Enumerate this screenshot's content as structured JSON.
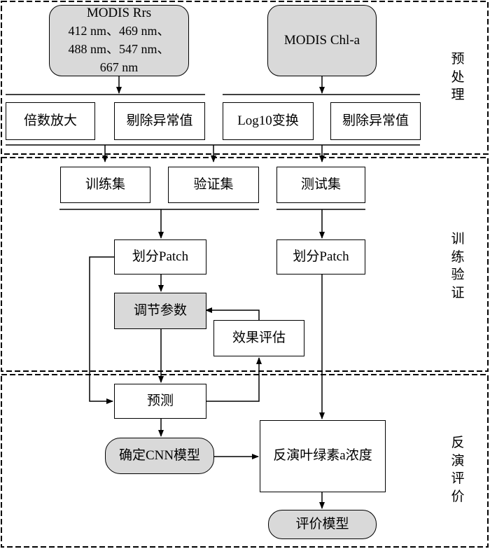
{
  "source_rrs": {
    "title": "MODIS Rrs",
    "line1": "412 nm、469 nm、",
    "line2": "488 nm、547 nm、",
    "line3": "667 nm"
  },
  "source_chl": "MODIS Chl-a",
  "preprocess": {
    "scale": "倍数放大",
    "outlier_left": "剔除异常值",
    "log10": "Log10变换",
    "outlier_right": "剔除异常值"
  },
  "datasets": {
    "train": "训练集",
    "validate": "验证集",
    "test": "测试集"
  },
  "patch_left": "划分Patch",
  "patch_right": "划分Patch",
  "tune_params": "调节参数",
  "evaluate_effect": "效果评估",
  "predict": "预测",
  "determine_model": "确定CNN模型",
  "invert_chl": "反演叶绿素a浓度",
  "evaluate_model": "评价模型",
  "stages": {
    "preprocess": [
      "预",
      "处",
      "理"
    ],
    "train_validate": [
      "训",
      "练",
      "验",
      "证"
    ],
    "invert_evaluate": [
      "反",
      "演",
      "评",
      "价"
    ]
  }
}
